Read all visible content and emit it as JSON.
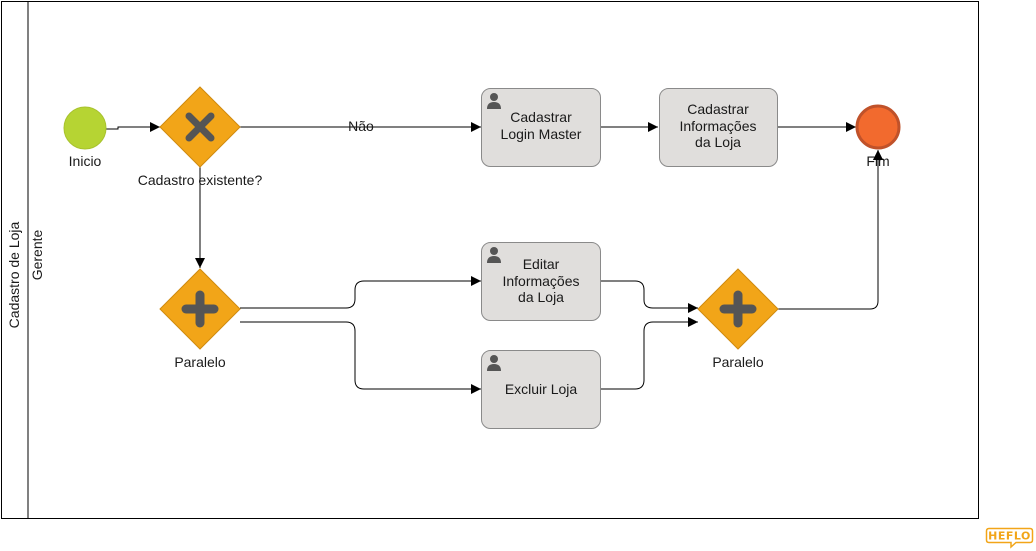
{
  "pool": {
    "label": "Cadastro de Loja"
  },
  "lane": {
    "label": "Gerente"
  },
  "events": {
    "start": {
      "label": "Inicio"
    },
    "end": {
      "label": "Fim"
    }
  },
  "gateways": {
    "exclusive": {
      "label": "Cadastro existente?"
    },
    "parallel_split": {
      "label": "Paralelo"
    },
    "parallel_join": {
      "label": "Paralelo"
    }
  },
  "tasks": {
    "login_master": {
      "lines": [
        "Cadastrar",
        "Login Master"
      ],
      "user_task": true
    },
    "info_loja": {
      "lines": [
        "Cadastrar",
        "Informações",
        "da Loja"
      ],
      "user_task": false
    },
    "editar": {
      "lines": [
        "Editar",
        "Informações",
        "da Loja"
      ],
      "user_task": true
    },
    "excluir": {
      "lines": [
        "Excluir Loja"
      ],
      "user_task": true
    }
  },
  "flows": {
    "nao_label": "Não"
  },
  "logo": {
    "text": "HEFLO"
  },
  "colors": {
    "start_fill": "#b6d433",
    "end_fill": "#f26a2e",
    "end_stroke": "#c0522a",
    "gateway_fill": "#f2a518",
    "gateway_stroke": "#d08a0e",
    "gateway_marker": "#555555",
    "task_fill": "#e0dedc",
    "task_stroke": "#8a8a8a"
  }
}
